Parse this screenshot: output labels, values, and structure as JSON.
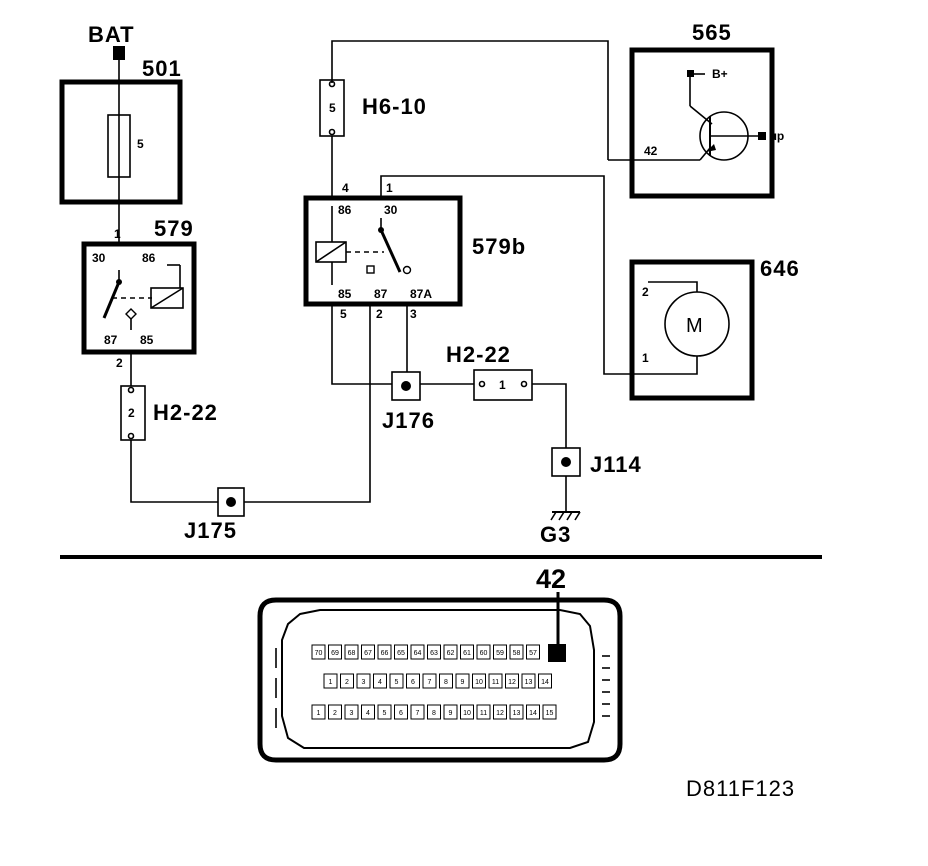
{
  "labels": {
    "bat": "BAT",
    "c501": "501",
    "fuse501": "5",
    "c579": "579",
    "c579_p1": "1",
    "c579_p30": "30",
    "c579_p86": "86",
    "c579_p87": "87",
    "c579_p85": "85",
    "c579_p2": "2",
    "conn_h222_left": "H2-22",
    "conn_h222_left_pin": "2",
    "j175": "J175",
    "h610": "H6-10",
    "h610_pin": "5",
    "c579b": "579b",
    "c579b_p4": "4",
    "c579b_p1": "1",
    "c579b_p86": "86",
    "c579b_p30": "30",
    "c579b_p85": "85",
    "c579b_p87": "87",
    "c579b_p87a": "87A",
    "c579b_p5": "5",
    "c579b_p2": "2",
    "c579b_p3": "3",
    "j176": "J176",
    "conn_h222_mid": "H2-22",
    "conn_h222_mid_pin": "1",
    "j114": "J114",
    "g3": "G3",
    "c565": "565",
    "c565_bplus": "B+",
    "c565_up": "µp",
    "c565_p42": "42",
    "c646": "646",
    "c646_p2": "2",
    "c646_p1": "1",
    "motor": "M",
    "ecu_pin_callout": "42",
    "doc_code": "D811F123"
  },
  "ecu_rows": [
    [
      "70",
      "69",
      "68",
      "67",
      "66",
      "65",
      "64",
      "63",
      "62",
      "61",
      "60",
      "59",
      "58",
      "57"
    ],
    [
      "1",
      "2",
      "3",
      "4",
      "5",
      "6",
      "7",
      "8",
      "9",
      "10",
      "11",
      "12",
      "13",
      "14"
    ],
    [
      "1",
      "2",
      "3",
      "4",
      "5",
      "6",
      "7",
      "8",
      "9",
      "10",
      "11",
      "12",
      "13",
      "14",
      "15"
    ]
  ]
}
